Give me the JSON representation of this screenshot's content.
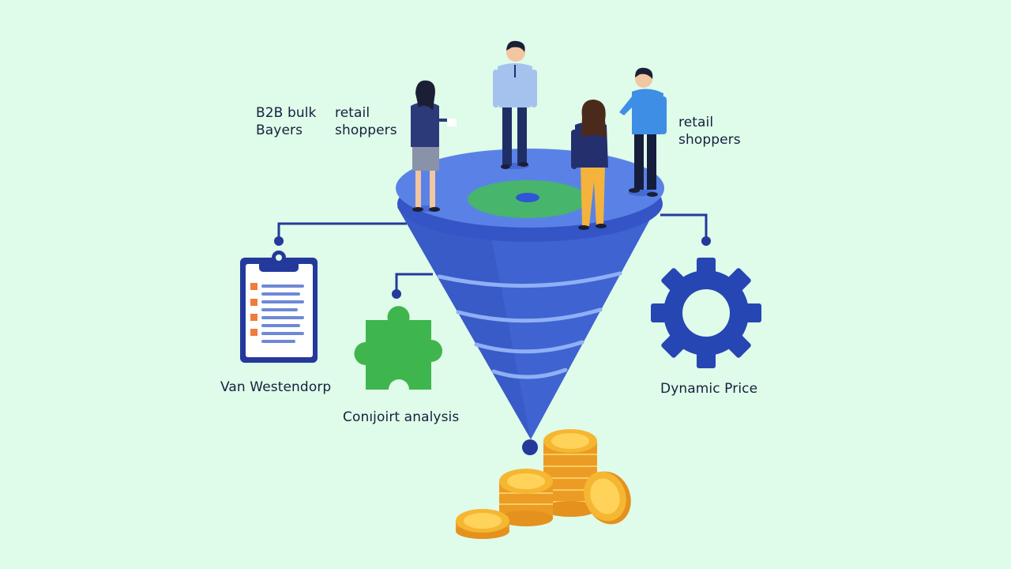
{
  "labels": {
    "b2b": "B2B bulk\nBayers",
    "retail_left": "retail\nshoppers",
    "retail_right": "retail\nshoppers",
    "van_westendorp": "Van Westendorp",
    "conjoint": "Conıjoirt analysis",
    "dynamic_price": "Dynamic Price"
  },
  "colors": {
    "background": "#dffbe9",
    "funnel": "#3f63d1",
    "funnel_top": "#5a82e6",
    "accent_green": "#3fb54e",
    "gear": "#2646b3",
    "coin": "#f5b731",
    "connector": "#24399c"
  },
  "icons": [
    "clipboard-icon",
    "puzzle-piece-icon",
    "gear-icon",
    "coins-icon",
    "funnel-icon"
  ]
}
